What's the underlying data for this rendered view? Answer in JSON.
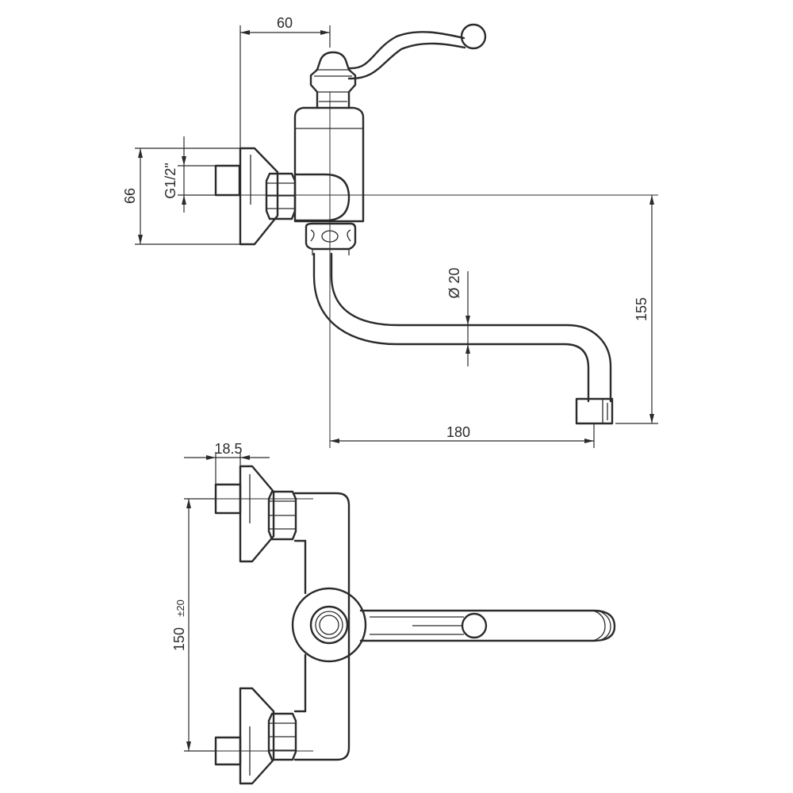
{
  "dimensions": {
    "top_width": "60",
    "connection_height": "66",
    "thread": "G1/2\"",
    "spout_diameter": "Ø 20",
    "spout_height": "155",
    "spout_reach": "180",
    "offset": "18.5",
    "centers": "150",
    "centers_tolerance": "±20"
  }
}
